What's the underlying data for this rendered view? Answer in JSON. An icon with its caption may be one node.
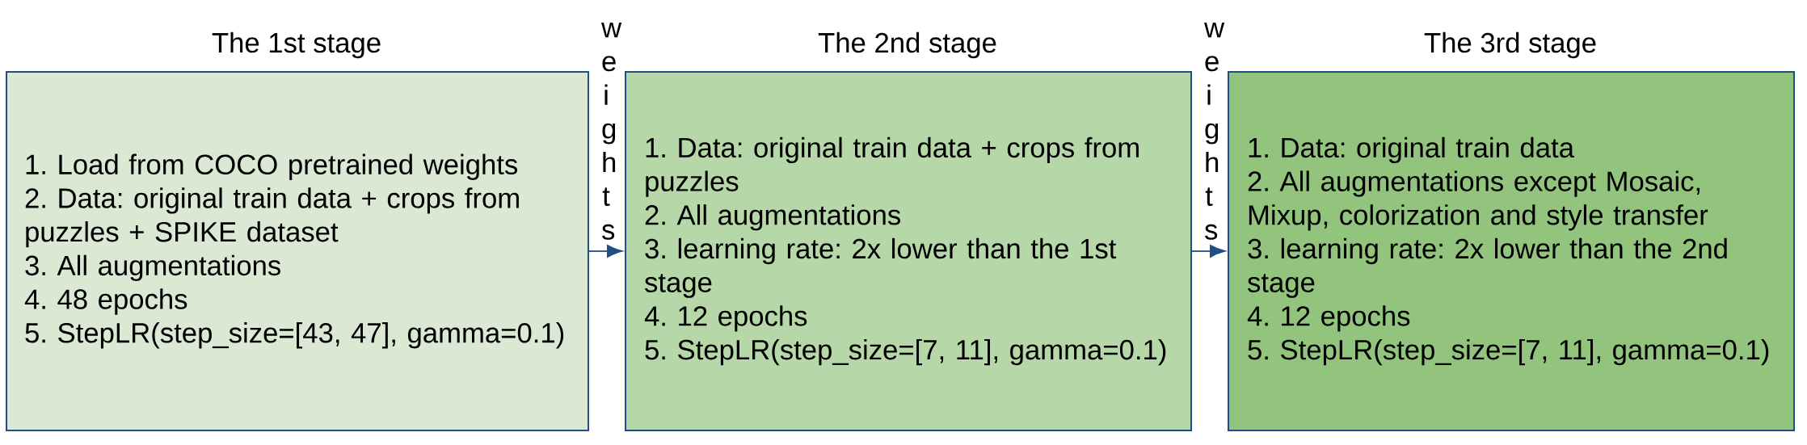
{
  "diagram": {
    "nodes": [
      {
        "text": [
          "The 1st stage",
          "1. Load from COCO pretrained weights",
          "2. Data: original train data + crops from puzzles + SPIKE dataset",
          "3. All augmentations",
          "4. 48 epochs",
          "5. StepLR(step_size=[43, 47], gamma=0.1)"
        ]
      },
      {
        "text": [
          "The 2nd stage",
          "1. Data: original train data + crops from puzzles",
          "2. All augmentations",
          "3. learning rate: 2x lower than the 1st stage",
          "4. 12 epochs",
          "5. StepLR(step_size=[7, 11], gamma=0.1)"
        ]
      },
      {
        "text": [
          "The 3rd stage",
          "1. Data: original train data",
          "2. All augmentations except Mosaic, Mixup, colorization and style transfer",
          "3. learning rate: 2x lower than the 2nd stage",
          "4. 12 epochs",
          "5. StepLR(step_size=[7, 11], gamma=0.1)"
        ]
      }
    ],
    "edges": [
      {
        "from": 0,
        "to": 1,
        "arrow": "to",
        "label": "weights"
      },
      {
        "from": 1,
        "to": 2,
        "arrow": "to",
        "label": "weights"
      }
    ]
  }
}
